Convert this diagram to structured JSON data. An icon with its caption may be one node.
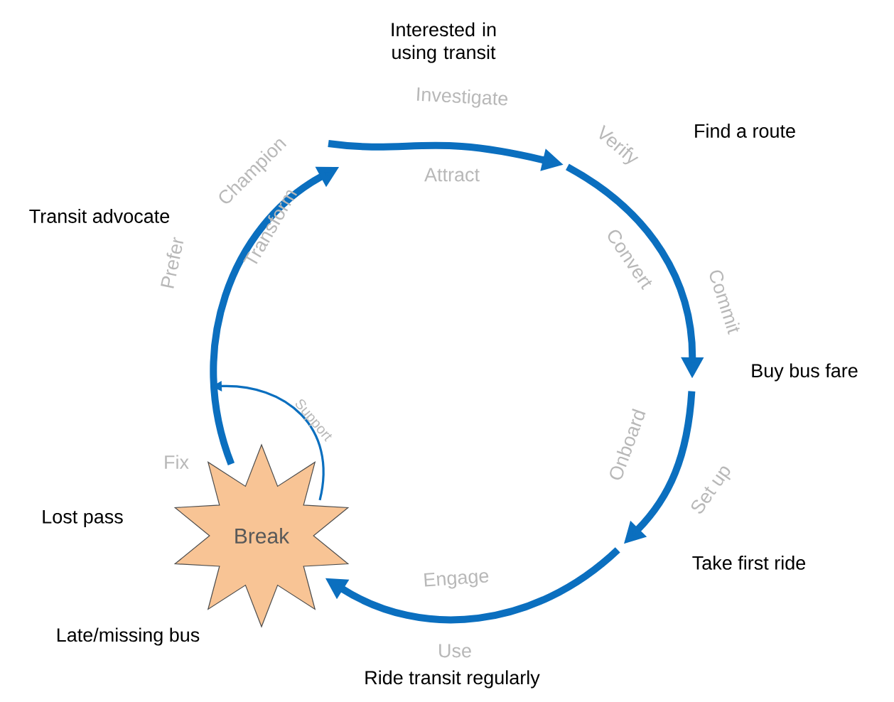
{
  "diagram": {
    "nodes": [
      {
        "text": [
          "Interested in using transit"
        ]
      },
      {
        "text": [
          "Find a route"
        ]
      },
      {
        "text": [
          "Buy bus fare"
        ]
      },
      {
        "text": [
          "Take first ride"
        ]
      },
      {
        "text": [
          "Ride transit regularly"
        ]
      },
      {
        "text": [
          "Break"
        ],
        "beside": [
          "Lost pass",
          "Late/missing bus"
        ]
      },
      {
        "text": [
          "Transit advocate"
        ]
      }
    ],
    "edges": [
      {
        "from": null,
        "to": 5,
        "arrow": "to",
        "label": "Engage"
      },
      {
        "from": 5,
        "to": null,
        "arrow": "to",
        "label": "Transform"
      },
      {
        "from": 5,
        "to": null,
        "arrow": "to",
        "label": "Support"
      }
    ],
    "labels": [
      "Investigate",
      "Attract",
      "Verify",
      "Convert",
      "Commit",
      "Onboard",
      "Set up",
      "Use",
      "Fix",
      "Prefer",
      "Champion"
    ]
  }
}
